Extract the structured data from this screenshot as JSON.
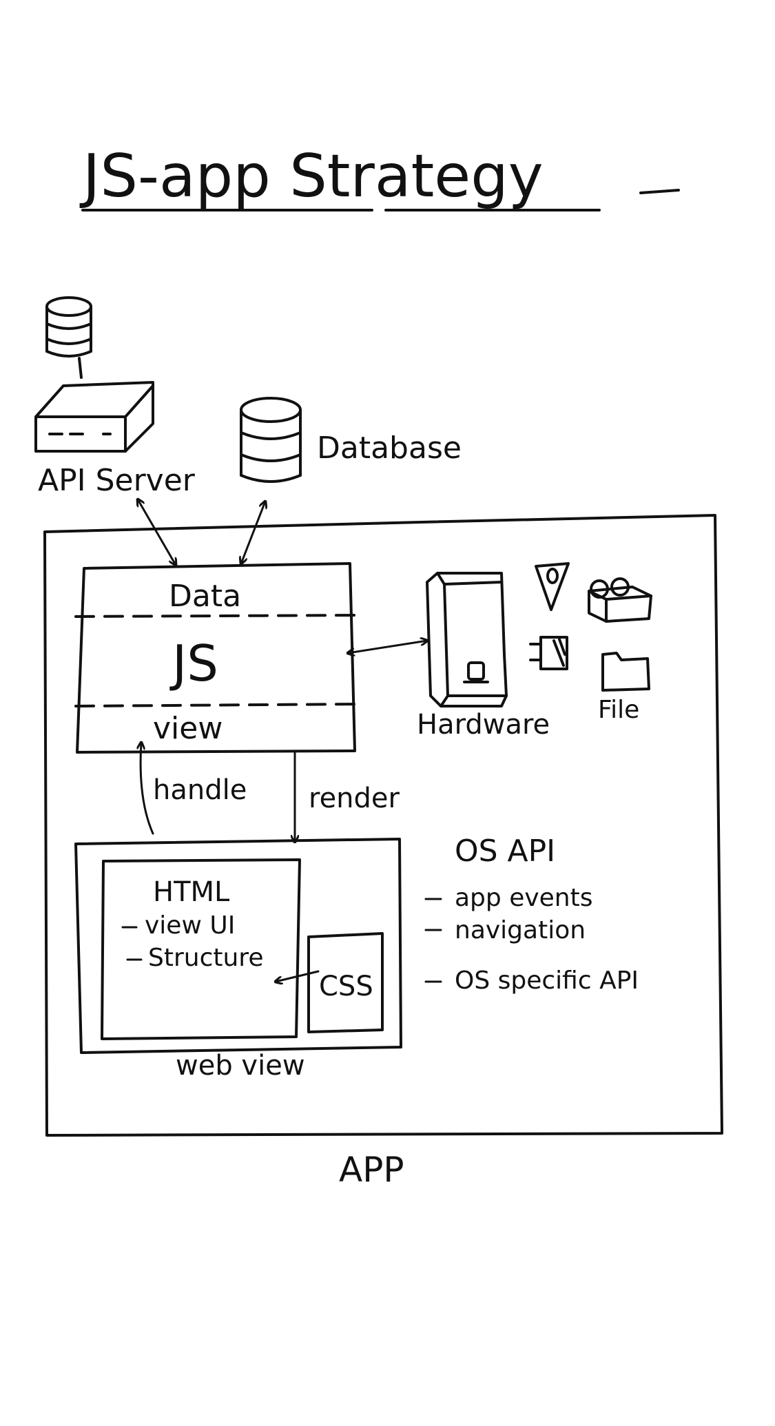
{
  "title": "JS-app Strategy",
  "nodes": {
    "api_server": "API Server",
    "database": "Database",
    "data_layer": "Data",
    "js_layer": "JS",
    "view_layer": "view",
    "hardware": "Hardware",
    "file": "File",
    "html_box": {
      "title": "HTML",
      "items": [
        "view UI",
        "Structure"
      ]
    },
    "css": "CSS",
    "web_view": "web view",
    "app": "APP"
  },
  "edges": {
    "handle": "handle",
    "render": "render"
  },
  "os_api": {
    "title": "OS API",
    "items": [
      "app events",
      "navigation",
      "OS specific API"
    ]
  },
  "icons": [
    "database-stack-icon",
    "server-box-icon",
    "database-icon",
    "phone-hardware-icon",
    "location-pin-icon",
    "camera-icon",
    "sensor-chip-icon",
    "folder-icon"
  ]
}
